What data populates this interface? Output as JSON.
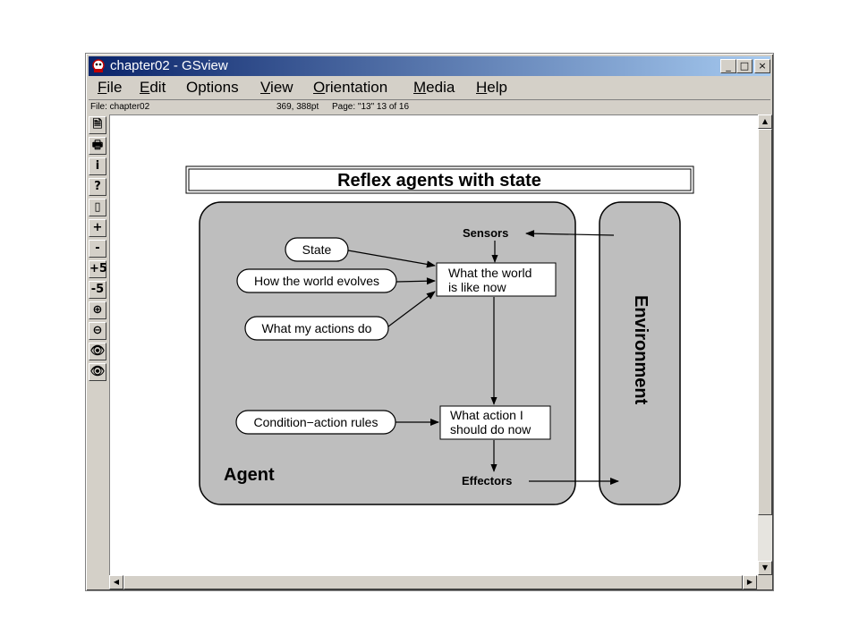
{
  "window": {
    "title": "chapter02 - GSview",
    "minimize": "_",
    "maximize": "□",
    "close": "×"
  },
  "menu": [
    {
      "acc": "F",
      "rest": "ile"
    },
    {
      "acc": "E",
      "rest": "dit"
    },
    {
      "acc": "",
      "rest": "Options"
    },
    {
      "acc": "V",
      "rest": "iew"
    },
    {
      "acc": "O",
      "rest": "rientation"
    },
    {
      "acc": "M",
      "rest": "edia"
    },
    {
      "acc": "H",
      "rest": "elp"
    }
  ],
  "info": {
    "file": "File: chapter02",
    "coords": "369, 388pt",
    "page": "Page: \"13\"  13 of 16"
  },
  "toolbar": [
    "🗎",
    "🖶",
    "i",
    "?",
    "▯",
    "+",
    "-",
    "+5",
    "-5",
    "⊕",
    "⊖",
    "👁",
    "👁"
  ],
  "document": {
    "title": "Reflex agents with state",
    "agent_label": "Agent",
    "environment_label": "Environment",
    "sensors": "Sensors",
    "effectors": "Effectors",
    "state": "State",
    "how_world_evolves": "How the world evolves",
    "what_actions_do": "What my actions do",
    "condition_action_rules": "Condition−action rules",
    "world_now_line1": "What the world",
    "world_now_line2": "is like now",
    "action_now_line1": "What action I",
    "action_now_line2": "should do now"
  },
  "colors": {
    "titlebar_start": "#0a246a",
    "titlebar_end": "#a6caf0",
    "window_bg": "#d4d0c8",
    "diagram_fill": "#bebebe"
  }
}
